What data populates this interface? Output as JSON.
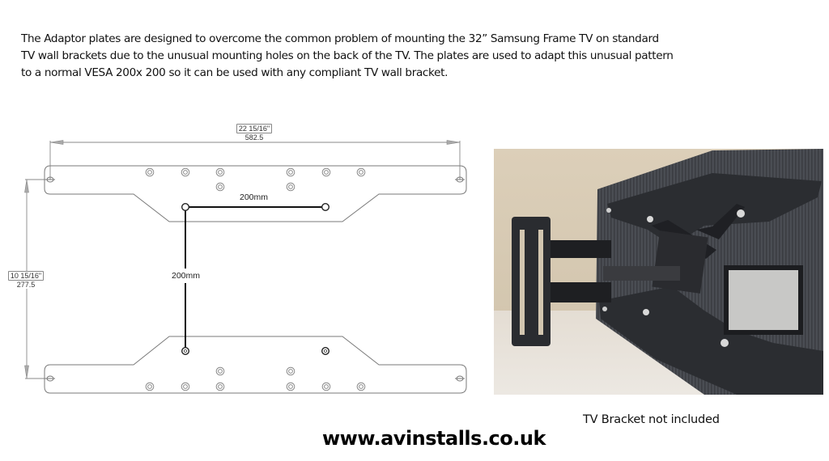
{
  "intro": {
    "lines": [
      "The Adaptor plates are designed to overcome the common problem of mounting the 32” Samsung Frame TV on standard",
      "TV wall brackets due to the unusual mounting holes on the back of the TV. The plates are used to adapt this unusual pattern",
      "to a normal VESA  200x 200 so it can be used with any compliant TV wall bracket."
    ]
  },
  "drawing": {
    "width_dimension": {
      "imperial": "22 15/16\"",
      "metric": "582.5"
    },
    "height_dimension": {
      "imperial": "10 15/16\"",
      "metric": "277.5"
    },
    "vesa_horizontal_label": "200mm",
    "vesa_vertical_label": "200mm",
    "colors": {
      "outline": "#7a7a7a",
      "vesa_line": "#111111"
    }
  },
  "photo": {
    "description": "Adaptor plates fitted to rear of Samsung Frame TV with full-motion wall bracket attached",
    "colors": {
      "wall": "#d9ccb6",
      "table": "#e6e1da",
      "tv_back": "#3a3d42",
      "plate": "#2a2c30",
      "bracket": "#25272b"
    }
  },
  "caption": "TV Bracket not included",
  "website": "www.avinstalls.co.uk"
}
